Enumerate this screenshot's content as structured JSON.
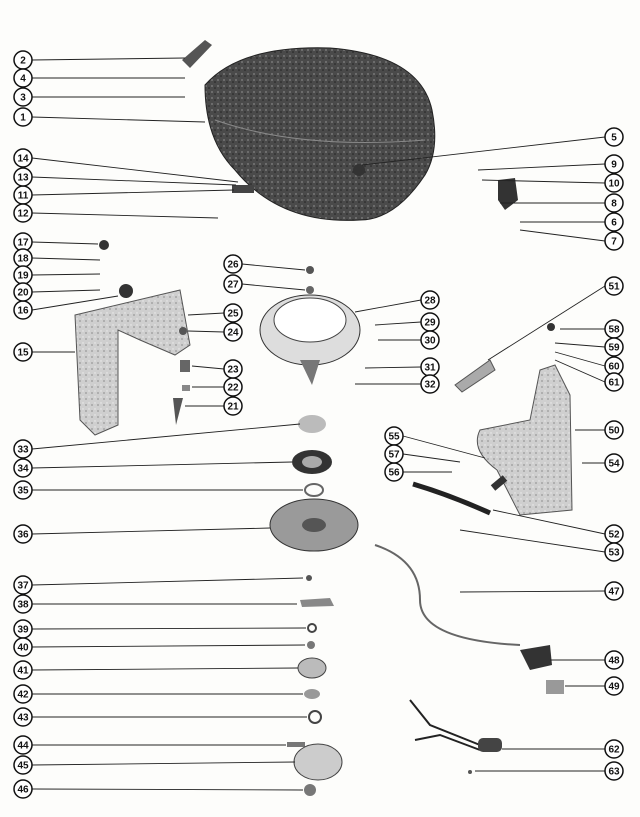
{
  "diagram": {
    "callouts": [
      "1",
      "2",
      "3",
      "4",
      "5",
      "6",
      "7",
      "8",
      "9",
      "10",
      "11",
      "12",
      "13",
      "14",
      "15",
      "16",
      "17",
      "18",
      "19",
      "20",
      "21",
      "22",
      "23",
      "24",
      "25",
      "26",
      "27",
      "28",
      "29",
      "30",
      "31",
      "32",
      "33",
      "34",
      "35",
      "36",
      "37",
      "38",
      "39",
      "40",
      "41",
      "42",
      "43",
      "44",
      "45",
      "46",
      "47",
      "48",
      "49",
      "50",
      "51",
      "52",
      "53",
      "54",
      "55",
      "56",
      "57",
      "58",
      "59",
      "60",
      "61",
      "62",
      "63"
    ]
  }
}
